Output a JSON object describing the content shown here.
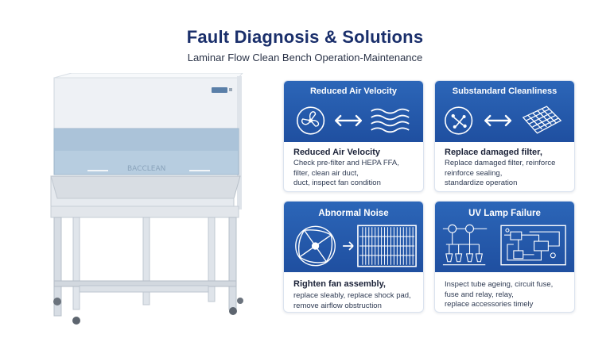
{
  "header": {
    "title": "Fault Diagnosis & Solutions",
    "subtitle": "Laminar Flow Clean Bench Operation-Maintenance"
  },
  "illustration": {
    "panel_text": "BACCLEAN",
    "colors": {
      "body": "#e9edf2",
      "glass": "#a9c2d8",
      "frame": "#c3ccd6"
    }
  },
  "cards": [
    {
      "title": "Reduced Air Velocity",
      "lead": "Reduced Air Velocity",
      "lines": [
        "Check pre-filter and HEPA FFA,",
        "filter, clean air duct,",
        "duct, inspect fan condition"
      ],
      "icons": [
        "fan-icon",
        "double-arrow-icon",
        "airflow-waves-icon"
      ]
    },
    {
      "title": "Substandard Cleanliness",
      "lead": "Replace damaged filter,",
      "lines": [
        "Replace damaged filter, reinforce",
        "reinforce sealing,",
        "standardize operation"
      ],
      "icons": [
        "particles-icon",
        "double-arrow-icon",
        "filter-grid-icon"
      ]
    },
    {
      "title": "Abnormal Noise",
      "lead": "Righten fan assembly,",
      "lines": [
        "replace sleably, replace shock pad,",
        "remove airflow obstruction"
      ],
      "icons": [
        "fan-blade-icon",
        "arrow-right-icon",
        "filter-panel-icon"
      ]
    },
    {
      "title": "UV Lamp Failure",
      "lead": "",
      "lines": [
        "Inspect tube ageing, circuit fuse,",
        "fuse and relay, relay,",
        "replace accessories timely"
      ],
      "icons": [
        "uv-lamp-circuit-icon",
        "circuit-diagram-icon"
      ]
    }
  ],
  "theme": {
    "card_blue": "#2359a8",
    "title_color": "#1a2f6b"
  }
}
